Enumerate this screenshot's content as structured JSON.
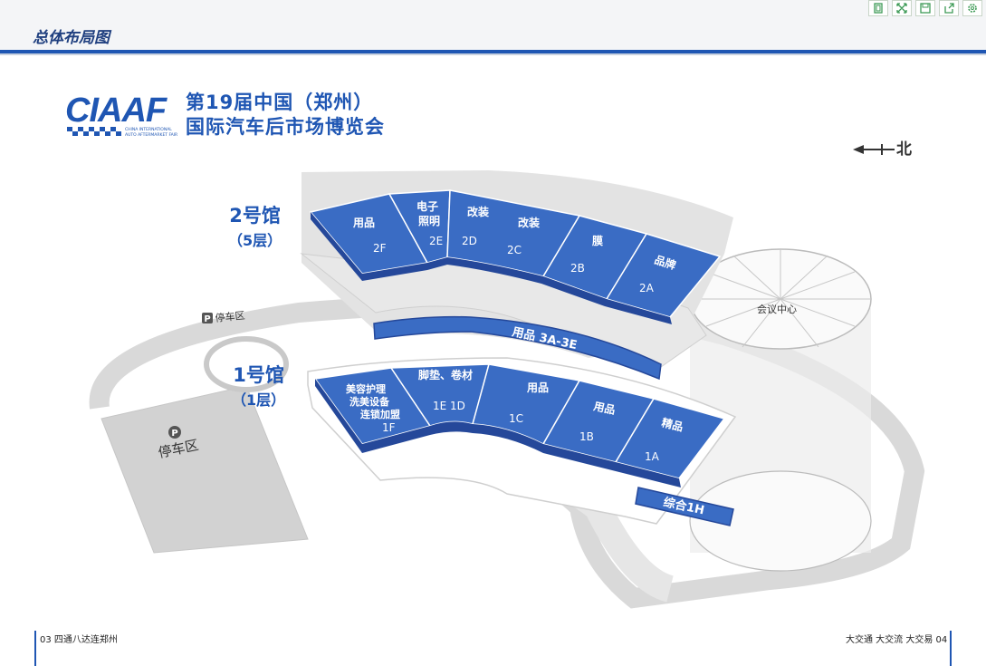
{
  "header": {
    "section_title": "总体布局图",
    "toolbar": [
      {
        "icon": "fit-page-icon"
      },
      {
        "icon": "expand-icon"
      },
      {
        "icon": "save-icon"
      },
      {
        "icon": "share-icon"
      },
      {
        "icon": "settings-icon"
      }
    ]
  },
  "logo": {
    "mark": "CIAAF",
    "small_line1": "CHINA INTERNATIONAL",
    "small_line2": "AUTO AFTERMARKET FAIR",
    "title_line1": "第19届中国（郑州）",
    "title_line2": "国际汽车后市场博览会"
  },
  "compass": {
    "label": "北"
  },
  "hall2": {
    "name": "2号馆",
    "floor": "（5层）"
  },
  "hall1": {
    "name": "1号馆",
    "floor": "（1层）"
  },
  "zones_upper": [
    {
      "name": "用品",
      "code": "2F"
    },
    {
      "name": "电子\n照明",
      "code": "2E"
    },
    {
      "name": "改装",
      "code": "2D"
    },
    {
      "name": "改装",
      "code": "2C"
    },
    {
      "name": "膜",
      "code": "2B"
    },
    {
      "name": "品牌",
      "code": "2A"
    }
  ],
  "zones_lower": [
    {
      "name": "美容护理\n洗美设备\n连锁加盟",
      "code": "1F"
    },
    {
      "name": "脚垫、卷材",
      "code": "1E  1D"
    },
    {
      "name": "用品",
      "code": "1C"
    },
    {
      "name": "用品",
      "code": "1B"
    },
    {
      "name": "精品",
      "code": "1A"
    }
  ],
  "corridor": {
    "label": "用品  3A-3E"
  },
  "annex": {
    "label": "综合1H"
  },
  "parking": [
    {
      "icon": "P",
      "label": "停车区"
    },
    {
      "icon": "P",
      "label": "停车区"
    }
  ],
  "conference": {
    "label": "会议中心"
  },
  "footer": {
    "left_page": "03",
    "left_text": "四通八达连郑州",
    "right_text": "大交通  大交流  大交易",
    "right_page": "04"
  },
  "colors": {
    "brand_blue": "#1f56b3",
    "zone_blue": "#3a6cc4",
    "zone_side": "#25489a",
    "road_grey": "#d8d8d8"
  }
}
